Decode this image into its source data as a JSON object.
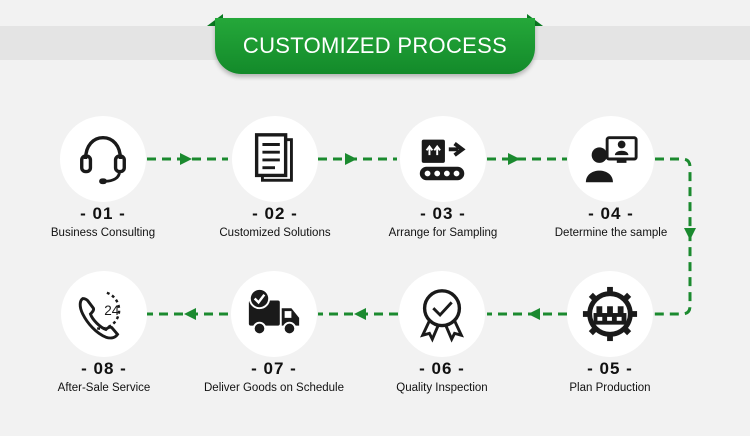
{
  "title": "CUSTOMIZED PROCESS",
  "colors": {
    "accent": "#1a9a33",
    "arrow": "#1b8a2f",
    "icon": "#1a1a1a"
  },
  "steps": [
    {
      "num": "- 01 -",
      "label": "Business Consulting",
      "icon": "headset-icon"
    },
    {
      "num": "- 02 -",
      "label": "Customized Solutions",
      "icon": "document-icon"
    },
    {
      "num": "- 03 -",
      "label": "Arrange for Sampling",
      "icon": "conveyor-icon"
    },
    {
      "num": "- 04 -",
      "label": "Determine the sample",
      "icon": "video-call-icon"
    },
    {
      "num": "- 05 -",
      "label": "Plan Production",
      "icon": "factory-gear-icon"
    },
    {
      "num": "- 06 -",
      "label": "Quality Inspection",
      "icon": "quality-badge-icon"
    },
    {
      "num": "- 07 -",
      "label": "Deliver Goods on Schedule",
      "icon": "delivery-truck-icon"
    },
    {
      "num": "- 08 -",
      "label": "After-Sale Service",
      "icon": "phone-24-icon"
    }
  ],
  "service_hours_text": "24"
}
